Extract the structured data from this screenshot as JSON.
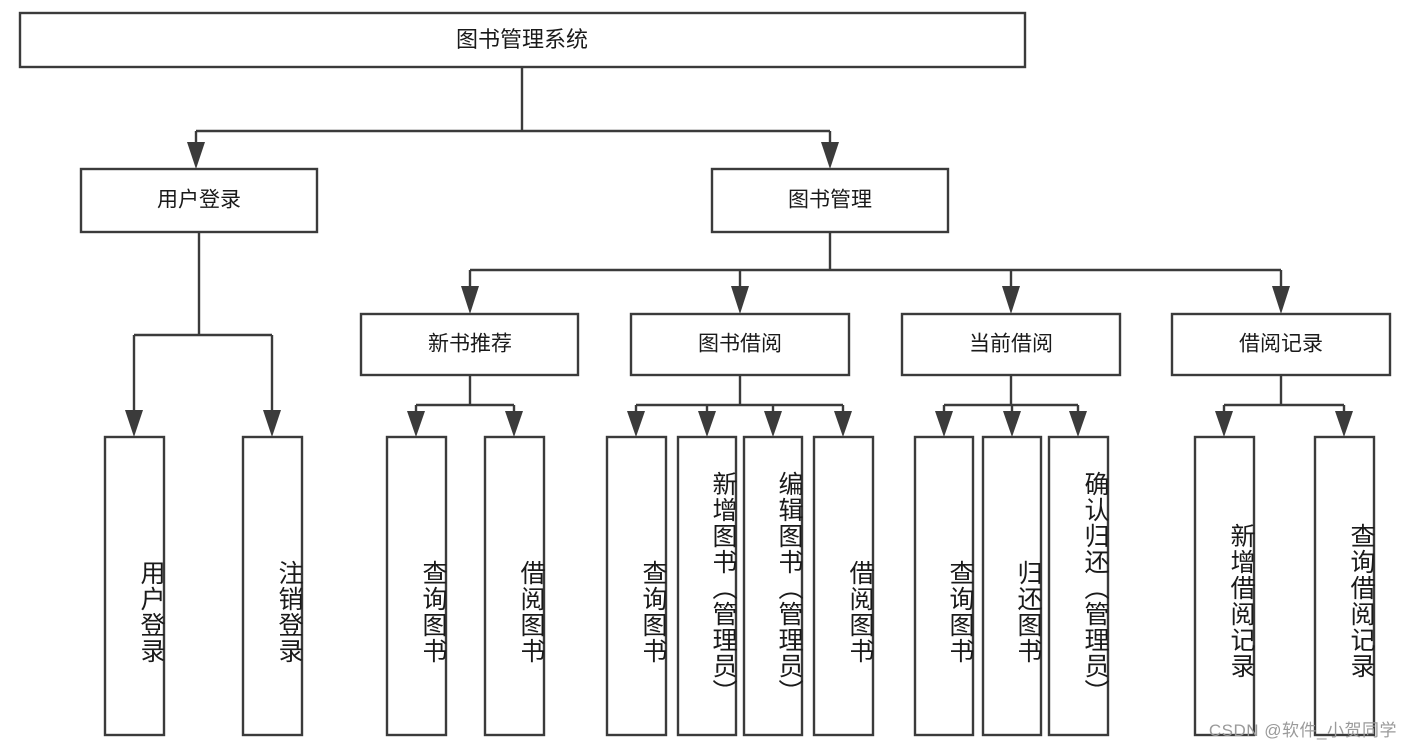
{
  "diagram": {
    "title": "图书管理系统",
    "type": "hierarchy-tree",
    "root": {
      "label": "图书管理系统"
    },
    "level2": [
      {
        "label": "用户登录"
      },
      {
        "label": "图书管理"
      }
    ],
    "level3": [
      {
        "label": "新书推荐"
      },
      {
        "label": "图书借阅"
      },
      {
        "label": "当前借阅"
      },
      {
        "label": "借阅记录"
      }
    ],
    "leaves": {
      "user_login": [
        {
          "label": "用户登录"
        },
        {
          "label": "注销登录"
        }
      ],
      "new_book_recommend": [
        {
          "label": "查询图书"
        },
        {
          "label": "借阅图书"
        }
      ],
      "book_borrow": [
        {
          "label": "查询图书"
        },
        {
          "label": "新增图书（管理员）"
        },
        {
          "label": "编辑图书（管理员）"
        },
        {
          "label": "借阅图书"
        }
      ],
      "current_borrow": [
        {
          "label": "查询图书"
        },
        {
          "label": "归还图书"
        },
        {
          "label": "确认归还（管理员）"
        }
      ],
      "borrow_record": [
        {
          "label": "新增借阅记录"
        },
        {
          "label": "查询借阅记录"
        }
      ]
    }
  },
  "watermark": {
    "text": "CSDN @软件_小贺同学"
  },
  "colors": {
    "stroke": "#3b3b3b",
    "text": "#1a1a1a",
    "background": "#ffffff",
    "watermark": "#9a9a9a"
  }
}
